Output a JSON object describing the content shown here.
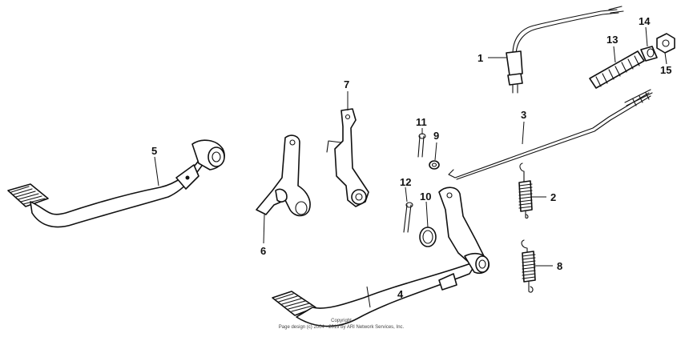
{
  "diagram": {
    "callouts": [
      {
        "id": "c1",
        "label": "1"
      },
      {
        "id": "c2",
        "label": "2"
      },
      {
        "id": "c3",
        "label": "3"
      },
      {
        "id": "c4",
        "label": "4"
      },
      {
        "id": "c5",
        "label": "5"
      },
      {
        "id": "c6",
        "label": "6"
      },
      {
        "id": "c7",
        "label": "7"
      },
      {
        "id": "c8",
        "label": "8"
      },
      {
        "id": "c9",
        "label": "9"
      },
      {
        "id": "c10",
        "label": "10"
      },
      {
        "id": "c11",
        "label": "11"
      },
      {
        "id": "c12",
        "label": "12"
      },
      {
        "id": "c13",
        "label": "13"
      },
      {
        "id": "c14",
        "label": "14"
      },
      {
        "id": "c15",
        "label": "15"
      }
    ],
    "footer": {
      "line1": "Copyright",
      "line2": "Page design (c) 2004 - 2019 by ARI Network Services, Inc."
    }
  }
}
